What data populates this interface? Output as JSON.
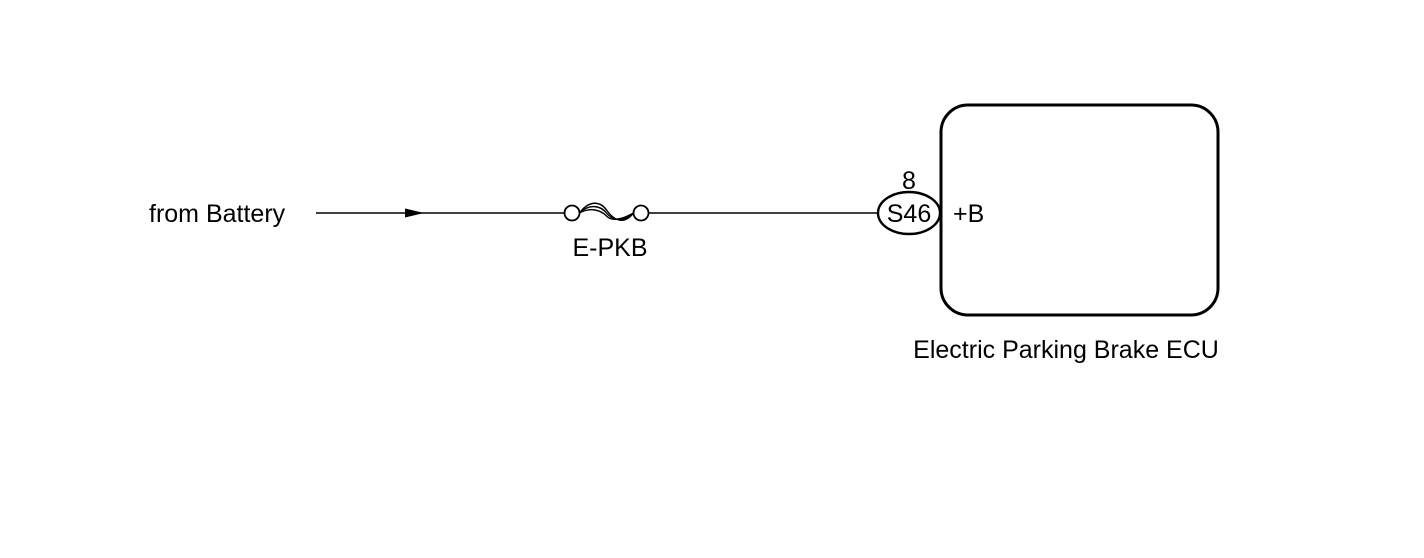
{
  "source": {
    "label": "from Battery"
  },
  "fuse": {
    "label": "E-PKB"
  },
  "connector": {
    "code": "S46",
    "pin": "8"
  },
  "ecu": {
    "terminal": "+B",
    "label": "Electric Parking Brake ECU"
  },
  "colors": {
    "line": "#000000",
    "background": "#ffffff"
  },
  "icons": {
    "fuse": "fuse-icon",
    "arrow": "arrow-right-icon"
  }
}
